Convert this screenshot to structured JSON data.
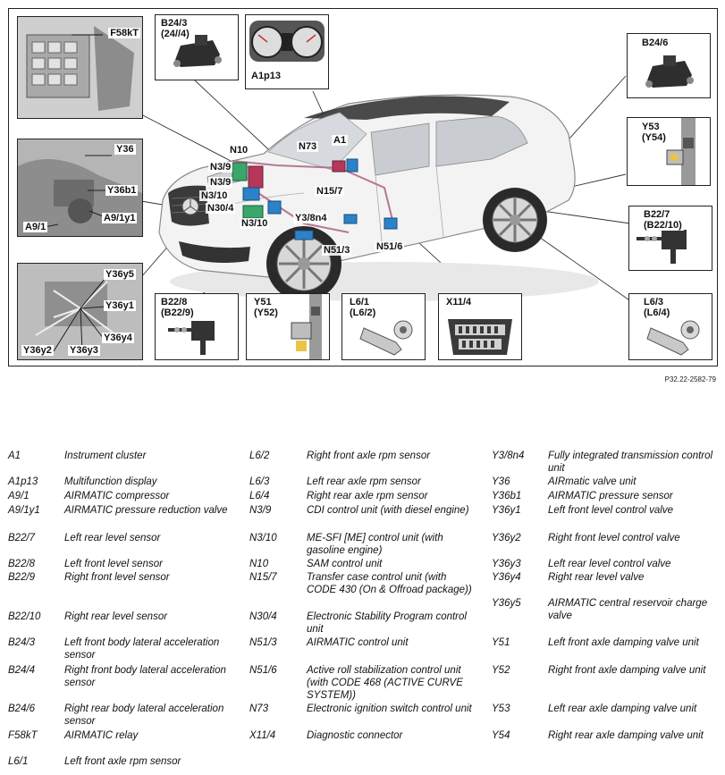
{
  "figure_code": "P32.22-2582-79",
  "insets": {
    "F58kT": [
      "F58kT"
    ],
    "B24_3": [
      "B24/3",
      "(24//4)"
    ],
    "A1p13": [
      "A1p13"
    ],
    "B24_6": [
      "B24/6"
    ],
    "Y53": [
      "Y53",
      "(Y54)"
    ],
    "B22_7": [
      "B22/7",
      "(B22/10)"
    ],
    "L6_3": [
      "L6/3",
      "(L6/4)"
    ],
    "B22_8": [
      "B22/8",
      "(B22/9)"
    ],
    "Y51": [
      "Y51",
      "(Y52)"
    ],
    "L6_1": [
      "L6/1",
      "(L6/2)"
    ],
    "X11_4": [
      "X11/4"
    ],
    "Y36_box": [
      "Y36",
      "Y36b1",
      "A9/1y1",
      "A9/1"
    ],
    "Y36y_box": [
      "Y36y5",
      "Y36y1",
      "Y36y4",
      "Y36y2",
      "Y36y3"
    ]
  },
  "callouts": [
    "N10",
    "N73",
    "A1",
    "N3/9",
    "N3/9",
    "N3/10",
    "N30/4",
    "N3/10",
    "N15/7",
    "Y3/8n4",
    "N51/3",
    "N51/6"
  ],
  "legend": {
    "col1": [
      {
        "code": "A1",
        "desc": "Instrument cluster"
      },
      {
        "code": "A1p13",
        "desc": "Multifunction display"
      },
      {
        "code": "A9/1",
        "desc": "AIRMATIC compressor"
      },
      {
        "code": "A9/1y1",
        "desc": "AIRMATIC pressure reduction valve"
      },
      {
        "code": "B22/7",
        "desc": "Left rear level sensor"
      },
      {
        "code": "B22/8",
        "desc": "Left front level sensor"
      },
      {
        "code": "B22/9",
        "desc": "Right front level sensor"
      },
      {
        "code": "B22/10",
        "desc": "Right rear level sensor"
      },
      {
        "code": "B24/3",
        "desc": "Left front body lateral acceleration sensor"
      },
      {
        "code": "B24/4",
        "desc": "Right front body lateral acceleration sensor"
      },
      {
        "code": "B24/6",
        "desc": "Right rear body lateral acceleration sensor"
      },
      {
        "code": "F58kT",
        "desc": "AIRMATIC relay"
      },
      {
        "code": "L6/1",
        "desc": "Left front axle rpm sensor"
      }
    ],
    "col2": [
      {
        "code": "L6/2",
        "desc": "Right front axle rpm sensor"
      },
      {
        "code": "L6/3",
        "desc": "Left rear axle rpm sensor"
      },
      {
        "code": "L6/4",
        "desc": "Right rear axle rpm sensor"
      },
      {
        "code": "N3/9",
        "desc": "CDI control unit (with diesel engine)"
      },
      {
        "code": "N3/10",
        "desc": "ME-SFI [ME] control unit (with gasoline engine)"
      },
      {
        "code": "N10",
        "desc": "SAM control unit"
      },
      {
        "code": "N15/7",
        "desc": "Transfer case control unit (with CODE 430 (On & Offroad package))"
      },
      {
        "code": "N30/4",
        "desc": "Electronic Stability Program control unit"
      },
      {
        "code": "N51/3",
        "desc": "AIRMATIC control unit"
      },
      {
        "code": "N51/6",
        "desc": "Active roll stabilization control unit (with CODE 468 (ACTIVE CURVE SYSTEM))"
      },
      {
        "code": "N73",
        "desc": "Electronic ignition switch control unit"
      },
      {
        "code": "X11/4",
        "desc": "Diagnostic connector"
      }
    ],
    "col3": [
      {
        "code": "Y3/8n4",
        "desc": "Fully integrated transmission control unit"
      },
      {
        "code": "Y36",
        "desc": "AIRmatic valve unit"
      },
      {
        "code": "Y36b1",
        "desc": "AIRMATIC pressure sensor"
      },
      {
        "code": "Y36y1",
        "desc": "Left front level control valve"
      },
      {
        "code": "Y36y2",
        "desc": "Right front level control valve"
      },
      {
        "code": "Y36y3",
        "desc": "Left rear level control valve"
      },
      {
        "code": "Y36y4",
        "desc": "Right rear level valve"
      },
      {
        "code": "Y36y5",
        "desc": "AIRMATIC central reservoir charge valve"
      },
      {
        "code": "Y51",
        "desc": "Left front axle damping valve unit"
      },
      {
        "code": "Y52",
        "desc": "Right front axle damping valve unit"
      },
      {
        "code": "Y53",
        "desc": "Left rear axle damping valve unit"
      },
      {
        "code": "Y54",
        "desc": "Right rear axle damping valve unit"
      }
    ]
  }
}
